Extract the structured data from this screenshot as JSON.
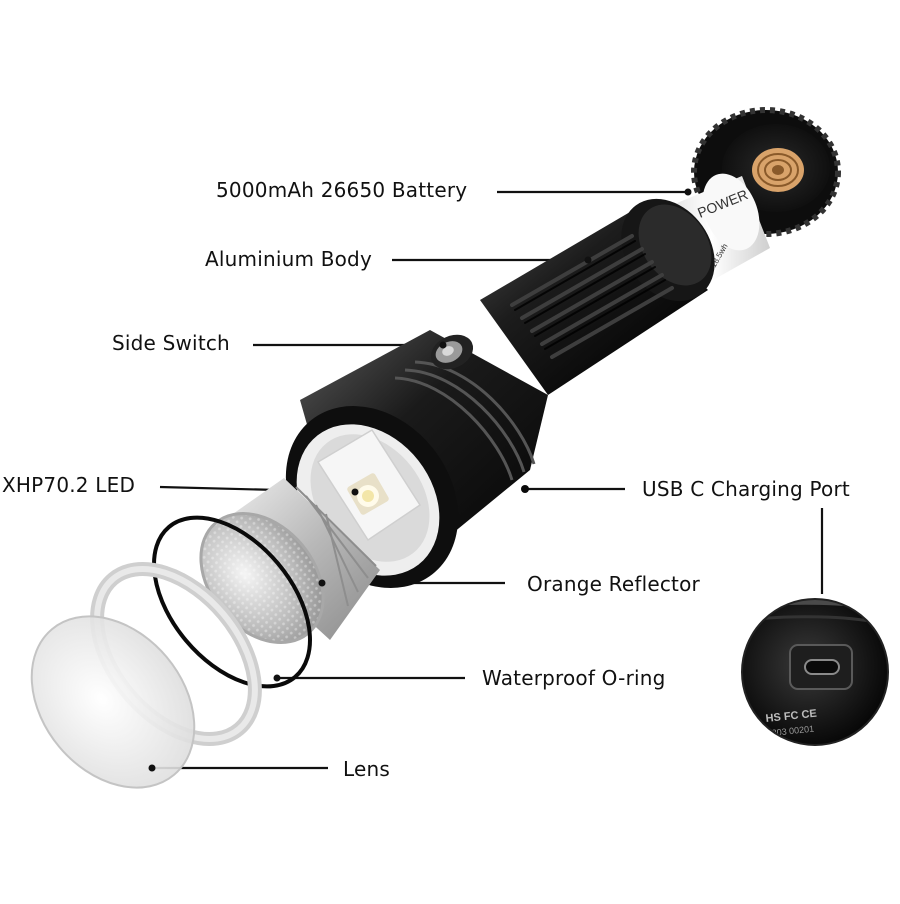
{
  "labels": {
    "battery": "5000mAh 26650 Battery",
    "body": "Aluminium Body",
    "switch": "Side Switch",
    "led": "XHP70.2 LED",
    "usb": "USB C Charging Port",
    "reflector": "Orange Reflector",
    "oring": "Waterproof O-ring",
    "lens": "Lens"
  },
  "battery_print": {
    "brand": "POWER",
    "spec": "18.5wh"
  },
  "port_marks": {
    "cert": "HS FC CE",
    "serial": "203 00201"
  },
  "colors": {
    "body": "#1a1a1a",
    "battery_wrap": "#f4f4f4",
    "reflector": "#c8c8c8",
    "leader": "#111111"
  }
}
